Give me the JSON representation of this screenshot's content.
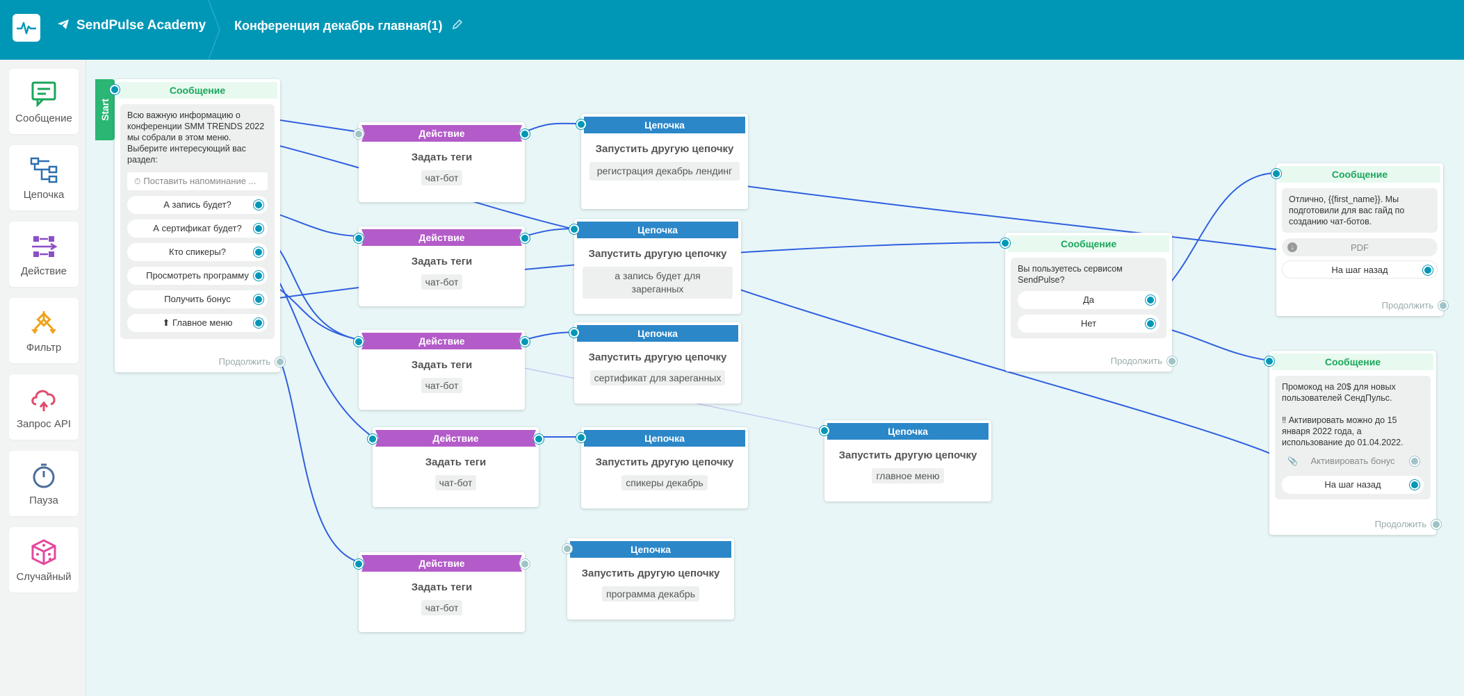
{
  "header": {
    "brand": "SendPulse Academy",
    "flow_title": "Конференция декабрь главная(1)"
  },
  "sidebar": [
    {
      "label": "Сообщение",
      "icon": "message-icon"
    },
    {
      "label": "Цепочка",
      "icon": "chain-icon"
    },
    {
      "label": "Действие",
      "icon": "action-icon"
    },
    {
      "label": "Фильтр",
      "icon": "filter-icon"
    },
    {
      "label": "Запрос API",
      "icon": "api-request-icon"
    },
    {
      "label": "Пауза",
      "icon": "pause-icon"
    },
    {
      "label": "Случайный",
      "icon": "random-icon"
    }
  ],
  "start_label": "Start",
  "msg1": {
    "header": "Сообщение",
    "text": "Всю важную информацию о конференции SMM TRENDS 2022 мы собрали в этом меню. Выберите интересующий вас раздел:",
    "reminder": "Поставить напоминание ...",
    "buttons": [
      "А запись будет?",
      "А сертификат будет?",
      "Кто спикеры?",
      "Просмотреть программу",
      "Получить бонус",
      "⬆ Главное меню"
    ],
    "continue": "Продолжить"
  },
  "actions": [
    {
      "header": "Действие",
      "title": "Задать теги",
      "tag": "чат-бот"
    },
    {
      "header": "Действие",
      "title": "Задать теги",
      "tag": "чат-бот"
    },
    {
      "header": "Действие",
      "title": "Задать теги",
      "tag": "чат-бот"
    },
    {
      "header": "Действие",
      "title": "Задать теги",
      "tag": "чат-бот"
    },
    {
      "header": "Действие",
      "title": "Задать теги",
      "tag": "чат-бот"
    }
  ],
  "chains": [
    {
      "header": "Цепочка",
      "title": "Запустить другую цепочку",
      "tag": "регистрация декабрь лендинг"
    },
    {
      "header": "Цепочка",
      "title": "Запустить другую цепочку",
      "tag": "а запись будет для зареганных"
    },
    {
      "header": "Цепочка",
      "title": "Запустить другую цепочку",
      "tag": "сертификат для зареганных"
    },
    {
      "header": "Цепочка",
      "title": "Запустить другую цепочку",
      "tag": "спикеры декабрь"
    },
    {
      "header": "Цепочка",
      "title": "Запустить другую цепочку",
      "tag": "программа декабрь"
    },
    {
      "header": "Цепочка",
      "title": "Запустить другую цепочку",
      "tag": "главное меню"
    }
  ],
  "msg2": {
    "header": "Сообщение",
    "text": "Вы пользуетесь сервисом SendPulse?",
    "buttons": [
      "Да",
      "Нет"
    ],
    "continue": "Продолжить"
  },
  "msg3": {
    "header": "Сообщение",
    "text": "Отлично, {{first_name}}. Мы подготовили для вас гайд по созданию чат-ботов.",
    "file": "PDF",
    "buttons": [
      "На шаг назад"
    ],
    "continue": "Продолжить"
  },
  "msg4": {
    "header": "Сообщение",
    "text1": "Промокод на 20$ для новых пользователей СендПульс.",
    "text2": "‼ Активировать можно до 15 января 2022 года, а использование до 01.04.2022.",
    "link_button": "Активировать бонус",
    "buttons": [
      "На шаг назад"
    ],
    "continue": "Продолжить"
  },
  "colors": {
    "topbar": "#0097b7",
    "canvas": "#e8f6f7",
    "link": "#2f5fe0",
    "action": "#b35bc9",
    "chain": "#2b87c8",
    "message_header": "#1aa65a"
  }
}
